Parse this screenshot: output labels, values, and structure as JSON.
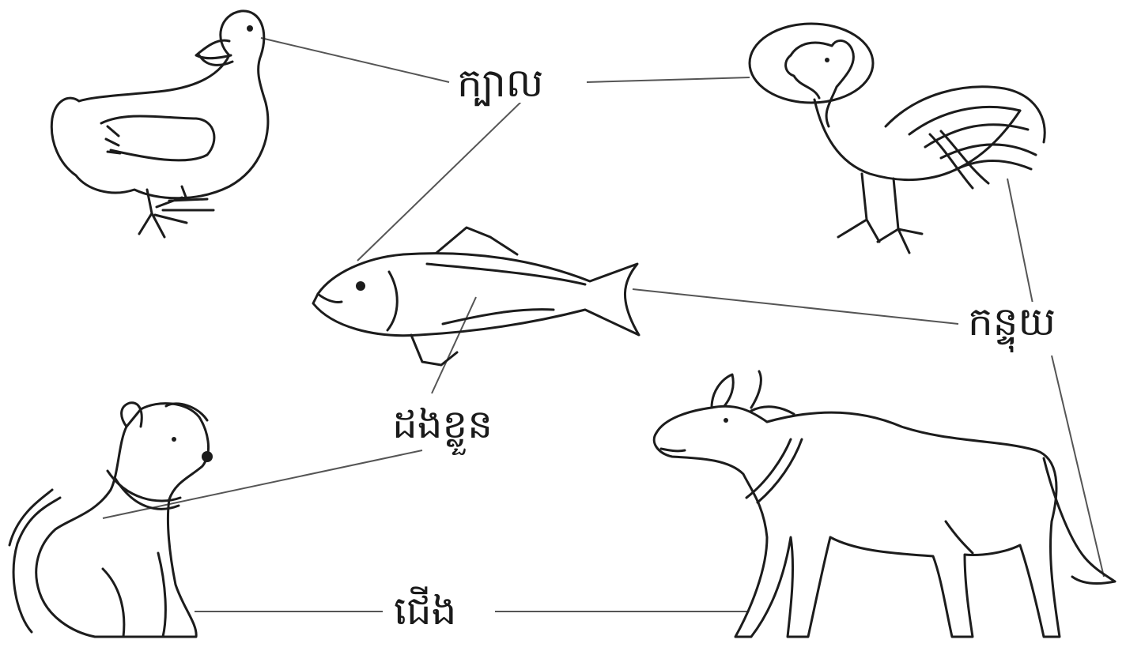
{
  "labels": {
    "head": "ក្បាល",
    "tail": "កន្ទុយ",
    "body": "ដងខ្លួន",
    "legs": "ជើង"
  },
  "animals": [
    "duck",
    "rooster",
    "fish",
    "dog",
    "cow"
  ],
  "ink_color": "#1c1c1c",
  "line_color": "#555555"
}
